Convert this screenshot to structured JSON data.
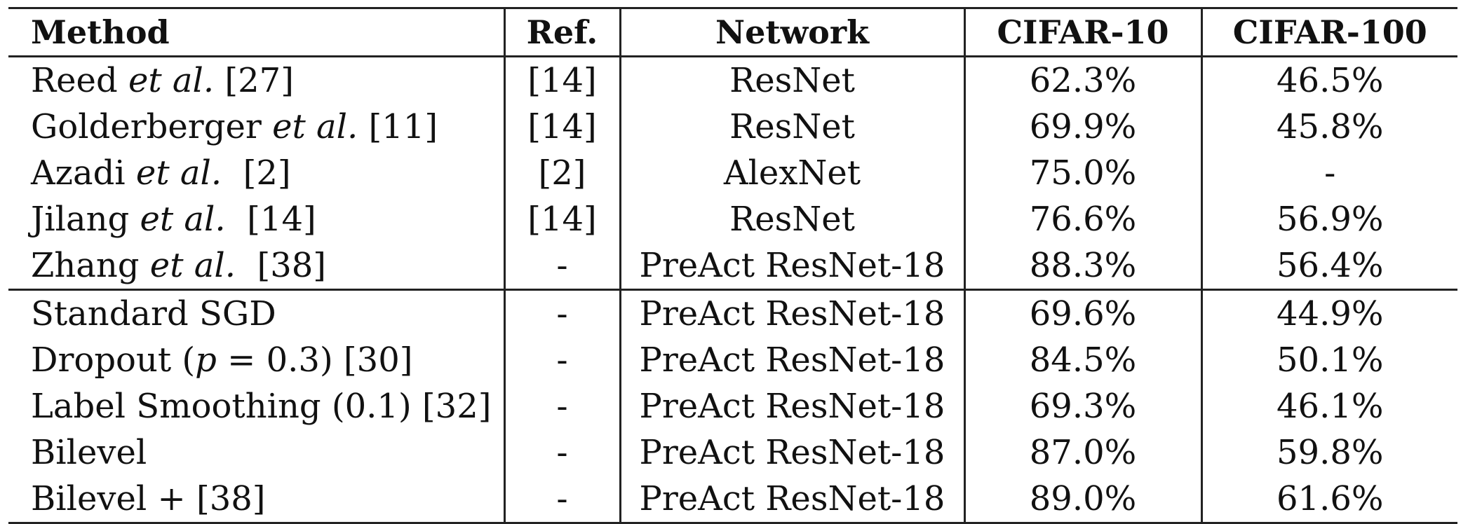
{
  "table": {
    "headers": {
      "method": "Method",
      "ref": "Ref.",
      "network": "Network",
      "cifar10": "CIFAR-10",
      "cifar100": "CIFAR-100"
    },
    "rows": [
      {
        "method_prefix": "Reed ",
        "method_italic": "et al.",
        "method_suffix": " [27]",
        "ref": "[14]",
        "network": "ResNet",
        "cifar10": "62.3%",
        "cifar100": "46.5%"
      },
      {
        "method_prefix": "Golderberger ",
        "method_italic": "et al.",
        "method_suffix": " [11]",
        "ref": "[14]",
        "network": "ResNet",
        "cifar10": "69.9%",
        "cifar100": "45.8%"
      },
      {
        "method_prefix": "Azadi ",
        "method_italic": "et al.",
        "method_suffix": "  [2]",
        "ref": "[2]",
        "network": "AlexNet",
        "cifar10": "75.0%",
        "cifar100": "-"
      },
      {
        "method_prefix": "Jilang ",
        "method_italic": "et al.",
        "method_suffix": "  [14]",
        "ref": "[14]",
        "network": "ResNet",
        "cifar10": "76.6%",
        "cifar100": "56.9%"
      },
      {
        "method_prefix": "Zhang ",
        "method_italic": "et al.",
        "method_suffix": "  [38]",
        "ref": "-",
        "network": "PreAct ResNet-18",
        "cifar10": "88.3%",
        "cifar100": "56.4%"
      },
      {
        "method_prefix": "Standard SGD",
        "method_italic": "",
        "method_suffix": "",
        "ref": "-",
        "network": "PreAct ResNet-18",
        "cifar10": "69.6%",
        "cifar100": "44.9%"
      },
      {
        "method_prefix": "Dropout (",
        "method_italic": "p",
        "method_suffix": " = 0.3) [30]",
        "ref": "-",
        "network": "PreAct ResNet-18",
        "cifar10": "84.5%",
        "cifar100": "50.1%"
      },
      {
        "method_prefix": "Label Smoothing (0.1) [32]",
        "method_italic": "",
        "method_suffix": "",
        "ref": "-",
        "network": "PreAct ResNet-18",
        "cifar10": "69.3%",
        "cifar100": "46.1%"
      },
      {
        "method_prefix": "Bilevel",
        "method_italic": "",
        "method_suffix": "",
        "ref": "-",
        "network": "PreAct ResNet-18",
        "cifar10": "87.0%",
        "cifar100": "59.8%"
      },
      {
        "method_prefix": "Bilevel + [38]",
        "method_italic": "",
        "method_suffix": "",
        "ref": "-",
        "network": "PreAct ResNet-18",
        "cifar10": "89.0%",
        "cifar100": "61.6%"
      }
    ]
  }
}
